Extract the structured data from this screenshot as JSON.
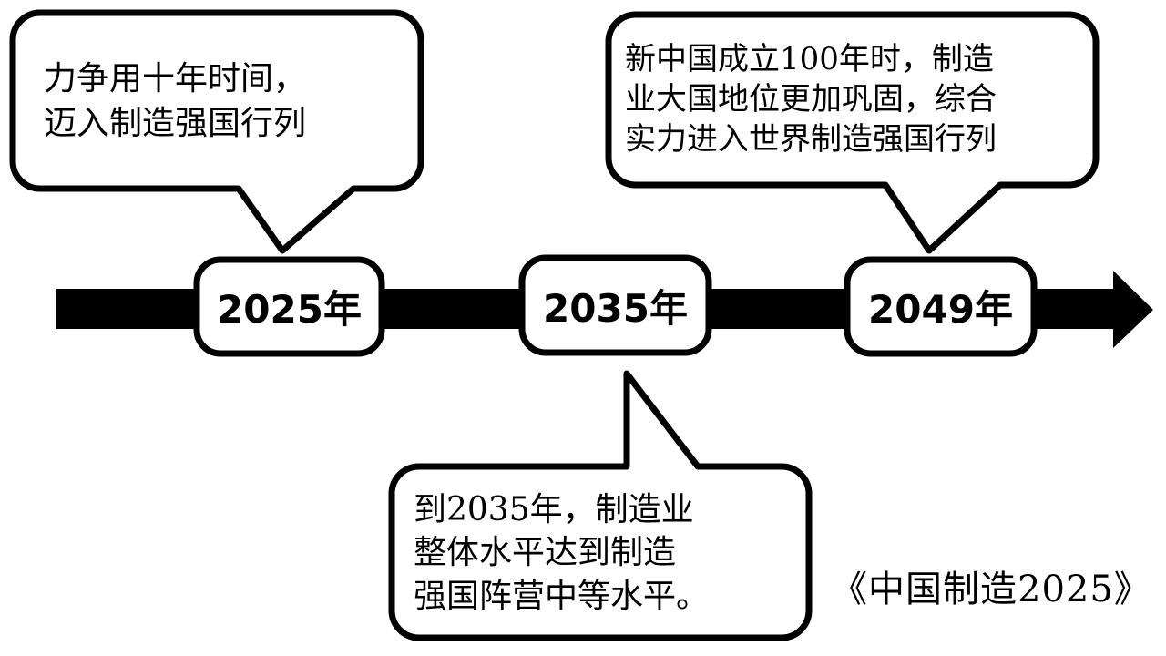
{
  "diagram": {
    "title_caption": "《中国制造2025》",
    "ink_color": "#000000",
    "paper_color": "#FFFFFF",
    "timeline": {
      "direction": "left-to-right",
      "arrow_icon": "right-arrow-icon",
      "milestones": [
        {
          "id": "m-2025",
          "label": "2025年"
        },
        {
          "id": "m-2035",
          "label": "2035年"
        },
        {
          "id": "m-2049",
          "label": "2049年"
        }
      ]
    },
    "callouts": [
      {
        "id": "callout-2025",
        "anchor": "2025年",
        "position": "above-left",
        "tail": "down",
        "text": "力争用十年时间，\n迈入制造强国行列"
      },
      {
        "id": "callout-2049",
        "anchor": "2049年",
        "position": "above-right",
        "tail": "down",
        "text": "新中国成立100年时，制造\n业大国地位更加巩固，综合\n实力进入世界制造强国行列"
      },
      {
        "id": "callout-2035",
        "anchor": "2035年",
        "position": "below-center",
        "tail": "up",
        "text": "到2035年，制造业\n整体水平达到制造\n强国阵营中等水平。"
      }
    ]
  }
}
